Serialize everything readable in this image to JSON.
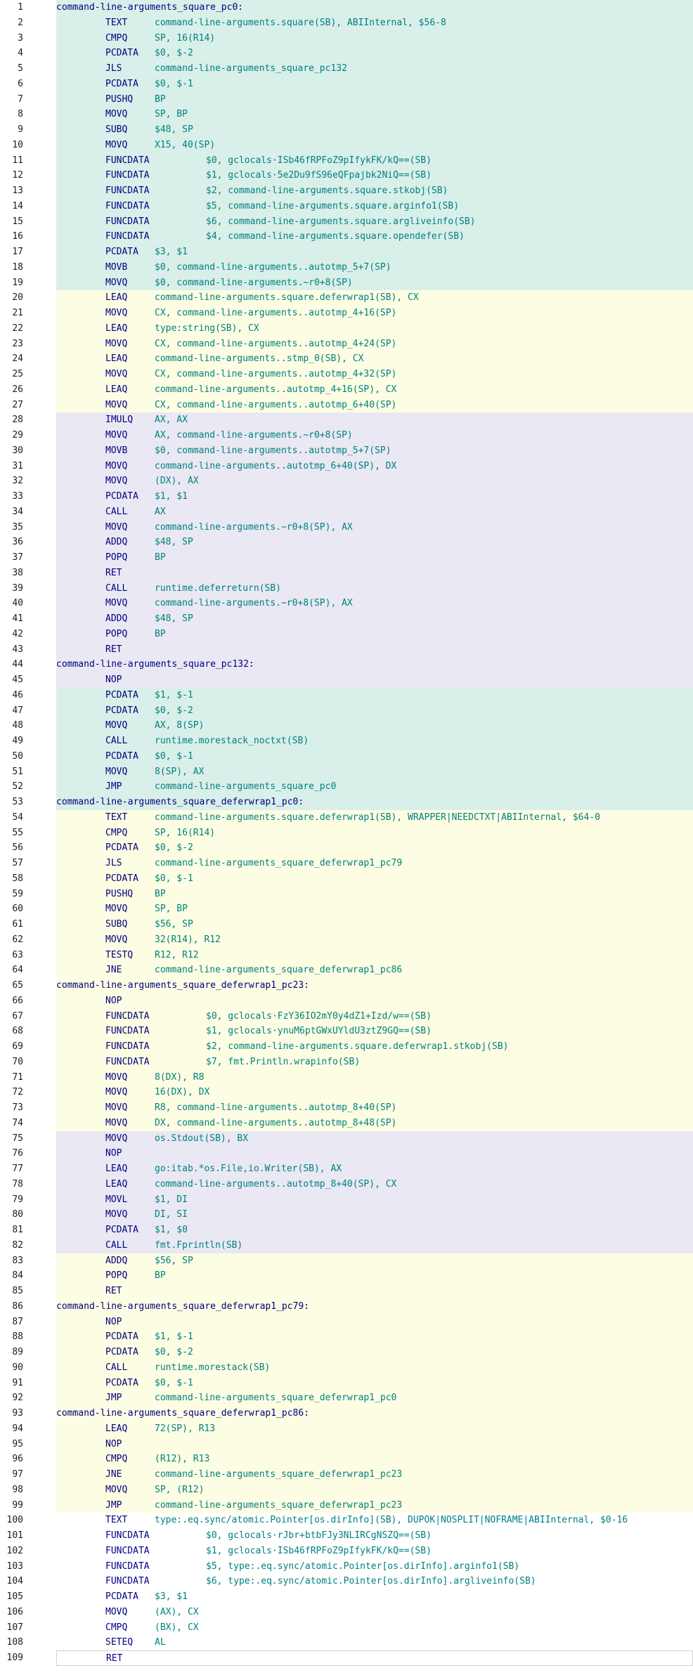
{
  "lines": [
    {
      "n": "1",
      "type": "label",
      "text": "command-line-arguments_square_pc0:",
      "bg": "teal"
    },
    {
      "n": "2",
      "op": "TEXT",
      "args": "command-line-arguments.square(SB), ABIInternal, $56-8",
      "bg": "teal"
    },
    {
      "n": "3",
      "op": "CMPQ",
      "args": "SP, 16(R14)",
      "bg": "teal"
    },
    {
      "n": "4",
      "op": "PCDATA",
      "args": "$0, $-2",
      "bg": "teal"
    },
    {
      "n": "5",
      "op": "JLS",
      "args": "command-line-arguments_square_pc132",
      "bg": "teal"
    },
    {
      "n": "6",
      "op": "PCDATA",
      "args": "$0, $-1",
      "bg": "teal"
    },
    {
      "n": "7",
      "op": "PUSHQ",
      "args": "BP",
      "bg": "teal"
    },
    {
      "n": "8",
      "op": "MOVQ",
      "args": "SP, BP",
      "bg": "teal"
    },
    {
      "n": "9",
      "op": "SUBQ",
      "args": "$48, SP",
      "bg": "teal"
    },
    {
      "n": "10",
      "op": "MOVQ",
      "args": "X15, 40(SP)",
      "bg": "teal"
    },
    {
      "n": "11",
      "op": "FUNCDATA",
      "wide": true,
      "args": "$0, gclocals·ISb46fRPFoZ9pIfykFK/kQ==(SB)",
      "bg": "teal"
    },
    {
      "n": "12",
      "op": "FUNCDATA",
      "wide": true,
      "args": "$1, gclocals·5e2Du9fS96eQFpajbk2NiQ==(SB)",
      "bg": "teal"
    },
    {
      "n": "13",
      "op": "FUNCDATA",
      "wide": true,
      "args": "$2, command-line-arguments.square.stkobj(SB)",
      "bg": "teal"
    },
    {
      "n": "14",
      "op": "FUNCDATA",
      "wide": true,
      "args": "$5, command-line-arguments.square.arginfo1(SB)",
      "bg": "teal"
    },
    {
      "n": "15",
      "op": "FUNCDATA",
      "wide": true,
      "args": "$6, command-line-arguments.square.argliveinfo(SB)",
      "bg": "teal"
    },
    {
      "n": "16",
      "op": "FUNCDATA",
      "wide": true,
      "args": "$4, command-line-arguments.square.opendefer(SB)",
      "bg": "teal"
    },
    {
      "n": "17",
      "op": "PCDATA",
      "args": "$3, $1",
      "bg": "teal"
    },
    {
      "n": "18",
      "op": "MOVB",
      "args": "$0, command-line-arguments..autotmp_5+7(SP)",
      "bg": "teal"
    },
    {
      "n": "19",
      "op": "MOVQ",
      "args": "$0, command-line-arguments.~r0+8(SP)",
      "bg": "teal"
    },
    {
      "n": "20",
      "op": "LEAQ",
      "args": "command-line-arguments.square.deferwrap1(SB), CX",
      "bg": "yellow"
    },
    {
      "n": "21",
      "op": "MOVQ",
      "args": "CX, command-line-arguments..autotmp_4+16(SP)",
      "bg": "yellow"
    },
    {
      "n": "22",
      "op": "LEAQ",
      "args": "type:string(SB), CX",
      "bg": "yellow"
    },
    {
      "n": "23",
      "op": "MOVQ",
      "args": "CX, command-line-arguments..autotmp_4+24(SP)",
      "bg": "yellow"
    },
    {
      "n": "24",
      "op": "LEAQ",
      "args": "command-line-arguments..stmp_0(SB), CX",
      "bg": "yellow"
    },
    {
      "n": "25",
      "op": "MOVQ",
      "args": "CX, command-line-arguments..autotmp_4+32(SP)",
      "bg": "yellow"
    },
    {
      "n": "26",
      "op": "LEAQ",
      "args": "command-line-arguments..autotmp_4+16(SP), CX",
      "bg": "yellow"
    },
    {
      "n": "27",
      "op": "MOVQ",
      "args": "CX, command-line-arguments..autotmp_6+40(SP)",
      "bg": "yellow"
    },
    {
      "n": "28",
      "op": "IMULQ",
      "args": "AX, AX",
      "bg": "lav"
    },
    {
      "n": "29",
      "op": "MOVQ",
      "args": "AX, command-line-arguments.~r0+8(SP)",
      "bg": "lav"
    },
    {
      "n": "30",
      "op": "MOVB",
      "args": "$0, command-line-arguments..autotmp_5+7(SP)",
      "bg": "lav"
    },
    {
      "n": "31",
      "op": "MOVQ",
      "args": "command-line-arguments..autotmp_6+40(SP), DX",
      "bg": "lav"
    },
    {
      "n": "32",
      "op": "MOVQ",
      "args": "(DX), AX",
      "bg": "lav"
    },
    {
      "n": "33",
      "op": "PCDATA",
      "args": "$1, $1",
      "bg": "lav"
    },
    {
      "n": "34",
      "op": "CALL",
      "args": "AX",
      "bg": "lav"
    },
    {
      "n": "35",
      "op": "MOVQ",
      "args": "command-line-arguments.~r0+8(SP), AX",
      "bg": "lav"
    },
    {
      "n": "36",
      "op": "ADDQ",
      "args": "$48, SP",
      "bg": "lav"
    },
    {
      "n": "37",
      "op": "POPQ",
      "args": "BP",
      "bg": "lav"
    },
    {
      "n": "38",
      "op": "RET",
      "args": "",
      "bg": "lav"
    },
    {
      "n": "39",
      "op": "CALL",
      "args": "runtime.deferreturn(SB)",
      "bg": "lav"
    },
    {
      "n": "40",
      "op": "MOVQ",
      "args": "command-line-arguments.~r0+8(SP), AX",
      "bg": "lav"
    },
    {
      "n": "41",
      "op": "ADDQ",
      "args": "$48, SP",
      "bg": "lav"
    },
    {
      "n": "42",
      "op": "POPQ",
      "args": "BP",
      "bg": "lav"
    },
    {
      "n": "43",
      "op": "RET",
      "args": "",
      "bg": "lav"
    },
    {
      "n": "44",
      "type": "label",
      "text": "command-line-arguments_square_pc132:",
      "bg": "lav"
    },
    {
      "n": "45",
      "op": "NOP",
      "args": "",
      "bg": "lav"
    },
    {
      "n": "46",
      "op": "PCDATA",
      "args": "$1, $-1",
      "bg": "teal"
    },
    {
      "n": "47",
      "op": "PCDATA",
      "args": "$0, $-2",
      "bg": "teal"
    },
    {
      "n": "48",
      "op": "MOVQ",
      "args": "AX, 8(SP)",
      "bg": "teal"
    },
    {
      "n": "49",
      "op": "CALL",
      "args": "runtime.morestack_noctxt(SB)",
      "bg": "teal"
    },
    {
      "n": "50",
      "op": "PCDATA",
      "args": "$0, $-1",
      "bg": "teal"
    },
    {
      "n": "51",
      "op": "MOVQ",
      "args": "8(SP), AX",
      "bg": "teal"
    },
    {
      "n": "52",
      "op": "JMP",
      "args": "command-line-arguments_square_pc0",
      "bg": "teal"
    },
    {
      "n": "53",
      "type": "label",
      "text": "command-line-arguments_square_deferwrap1_pc0:",
      "bg": "teal"
    },
    {
      "n": "54",
      "op": "TEXT",
      "args": "command-line-arguments.square.deferwrap1(SB), WRAPPER|NEEDCTXT|ABIInternal, $64-0",
      "bg": "yellow"
    },
    {
      "n": "55",
      "op": "CMPQ",
      "args": "SP, 16(R14)",
      "bg": "yellow"
    },
    {
      "n": "56",
      "op": "PCDATA",
      "args": "$0, $-2",
      "bg": "yellow"
    },
    {
      "n": "57",
      "op": "JLS",
      "args": "command-line-arguments_square_deferwrap1_pc79",
      "bg": "yellow"
    },
    {
      "n": "58",
      "op": "PCDATA",
      "args": "$0, $-1",
      "bg": "yellow"
    },
    {
      "n": "59",
      "op": "PUSHQ",
      "args": "BP",
      "bg": "yellow"
    },
    {
      "n": "60",
      "op": "MOVQ",
      "args": "SP, BP",
      "bg": "yellow"
    },
    {
      "n": "61",
      "op": "SUBQ",
      "args": "$56, SP",
      "bg": "yellow"
    },
    {
      "n": "62",
      "op": "MOVQ",
      "args": "32(R14), R12",
      "bg": "yellow"
    },
    {
      "n": "63",
      "op": "TESTQ",
      "args": "R12, R12",
      "bg": "yellow"
    },
    {
      "n": "64",
      "op": "JNE",
      "args": "command-line-arguments_square_deferwrap1_pc86",
      "bg": "yellow"
    },
    {
      "n": "65",
      "type": "label",
      "text": "command-line-arguments_square_deferwrap1_pc23:",
      "bg": "yellow"
    },
    {
      "n": "66",
      "op": "NOP",
      "args": "",
      "bg": "yellow"
    },
    {
      "n": "67",
      "op": "FUNCDATA",
      "wide": true,
      "args": "$0, gclocals·FzY36IO2mY0y4dZ1+Izd/w==(SB)",
      "bg": "yellow"
    },
    {
      "n": "68",
      "op": "FUNCDATA",
      "wide": true,
      "args": "$1, gclocals·ynuM6ptGWxUYldU3ztZ9GQ==(SB)",
      "bg": "yellow"
    },
    {
      "n": "69",
      "op": "FUNCDATA",
      "wide": true,
      "args": "$2, command-line-arguments.square.deferwrap1.stkobj(SB)",
      "bg": "yellow"
    },
    {
      "n": "70",
      "op": "FUNCDATA",
      "wide": true,
      "args": "$7, fmt.Println.wrapinfo(SB)",
      "bg": "yellow"
    },
    {
      "n": "71",
      "op": "MOVQ",
      "args": "8(DX), R8",
      "bg": "yellow"
    },
    {
      "n": "72",
      "op": "MOVQ",
      "args": "16(DX), DX",
      "bg": "yellow"
    },
    {
      "n": "73",
      "op": "MOVQ",
      "args": "R8, command-line-arguments..autotmp_8+40(SP)",
      "bg": "yellow"
    },
    {
      "n": "74",
      "op": "MOVQ",
      "args": "DX, command-line-arguments..autotmp_8+48(SP)",
      "bg": "yellow"
    },
    {
      "n": "75",
      "op": "MOVQ",
      "args": "os.Stdout(SB), BX",
      "bg": "lav"
    },
    {
      "n": "76",
      "op": "NOP",
      "args": "",
      "bg": "lav"
    },
    {
      "n": "77",
      "op": "LEAQ",
      "args": "go:itab.*os.File,io.Writer(SB), AX",
      "bg": "lav"
    },
    {
      "n": "78",
      "op": "LEAQ",
      "args": "command-line-arguments..autotmp_8+40(SP), CX",
      "bg": "lav"
    },
    {
      "n": "79",
      "op": "MOVL",
      "args": "$1, DI",
      "bg": "lav"
    },
    {
      "n": "80",
      "op": "MOVQ",
      "args": "DI, SI",
      "bg": "lav"
    },
    {
      "n": "81",
      "op": "PCDATA",
      "args": "$1, $0",
      "bg": "lav"
    },
    {
      "n": "82",
      "op": "CALL",
      "args": "fmt.Fprintln(SB)",
      "bg": "lav"
    },
    {
      "n": "83",
      "op": "ADDQ",
      "args": "$56, SP",
      "bg": "yellow"
    },
    {
      "n": "84",
      "op": "POPQ",
      "args": "BP",
      "bg": "yellow"
    },
    {
      "n": "85",
      "op": "RET",
      "args": "",
      "bg": "yellow"
    },
    {
      "n": "86",
      "type": "label",
      "text": "command-line-arguments_square_deferwrap1_pc79:",
      "bg": "yellow"
    },
    {
      "n": "87",
      "op": "NOP",
      "args": "",
      "bg": "yellow"
    },
    {
      "n": "88",
      "op": "PCDATA",
      "args": "$1, $-1",
      "bg": "yellow"
    },
    {
      "n": "89",
      "op": "PCDATA",
      "args": "$0, $-2",
      "bg": "yellow"
    },
    {
      "n": "90",
      "op": "CALL",
      "args": "runtime.morestack(SB)",
      "bg": "yellow"
    },
    {
      "n": "91",
      "op": "PCDATA",
      "args": "$0, $-1",
      "bg": "yellow"
    },
    {
      "n": "92",
      "op": "JMP",
      "args": "command-line-arguments_square_deferwrap1_pc0",
      "bg": "yellow"
    },
    {
      "n": "93",
      "type": "label",
      "text": "command-line-arguments_square_deferwrap1_pc86:",
      "bg": "yellow"
    },
    {
      "n": "94",
      "op": "LEAQ",
      "args": "72(SP), R13",
      "bg": "yellow"
    },
    {
      "n": "95",
      "op": "NOP",
      "args": "",
      "bg": "yellow"
    },
    {
      "n": "96",
      "op": "CMPQ",
      "args": "(R12), R13",
      "bg": "yellow"
    },
    {
      "n": "97",
      "op": "JNE",
      "args": "command-line-arguments_square_deferwrap1_pc23",
      "bg": "yellow"
    },
    {
      "n": "98",
      "op": "MOVQ",
      "args": "SP, (R12)",
      "bg": "yellow"
    },
    {
      "n": "99",
      "op": "JMP",
      "args": "command-line-arguments_square_deferwrap1_pc23",
      "bg": "yellow"
    },
    {
      "n": "100",
      "op": "TEXT",
      "args": "type:.eq.sync/atomic.Pointer[os.dirInfo](SB), DUPOK|NOSPLIT|NOFRAME|ABIInternal, $0-16",
      "bg": "white"
    },
    {
      "n": "101",
      "op": "FUNCDATA",
      "wide": true,
      "args": "$0, gclocals·rJbr+btbFJy3NLIRCgNSZQ==(SB)",
      "bg": "white"
    },
    {
      "n": "102",
      "op": "FUNCDATA",
      "wide": true,
      "args": "$1, gclocals·ISb46fRPFoZ9pIfykFK/kQ==(SB)",
      "bg": "white"
    },
    {
      "n": "103",
      "op": "FUNCDATA",
      "wide": true,
      "args": "$5, type:.eq.sync/atomic.Pointer[os.dirInfo].arginfo1(SB)",
      "bg": "white"
    },
    {
      "n": "104",
      "op": "FUNCDATA",
      "wide": true,
      "args": "$6, type:.eq.sync/atomic.Pointer[os.dirInfo].argliveinfo(SB)",
      "bg": "white"
    },
    {
      "n": "105",
      "op": "PCDATA",
      "args": "$3, $1",
      "bg": "white"
    },
    {
      "n": "106",
      "op": "MOVQ",
      "args": "(AX), CX",
      "bg": "white"
    },
    {
      "n": "107",
      "op": "CMPQ",
      "args": "(BX), CX",
      "bg": "white"
    },
    {
      "n": "108",
      "op": "SETEQ",
      "args": "AL",
      "bg": "white"
    },
    {
      "n": "109",
      "op": "RET",
      "args": "",
      "bg": "white"
    }
  ]
}
